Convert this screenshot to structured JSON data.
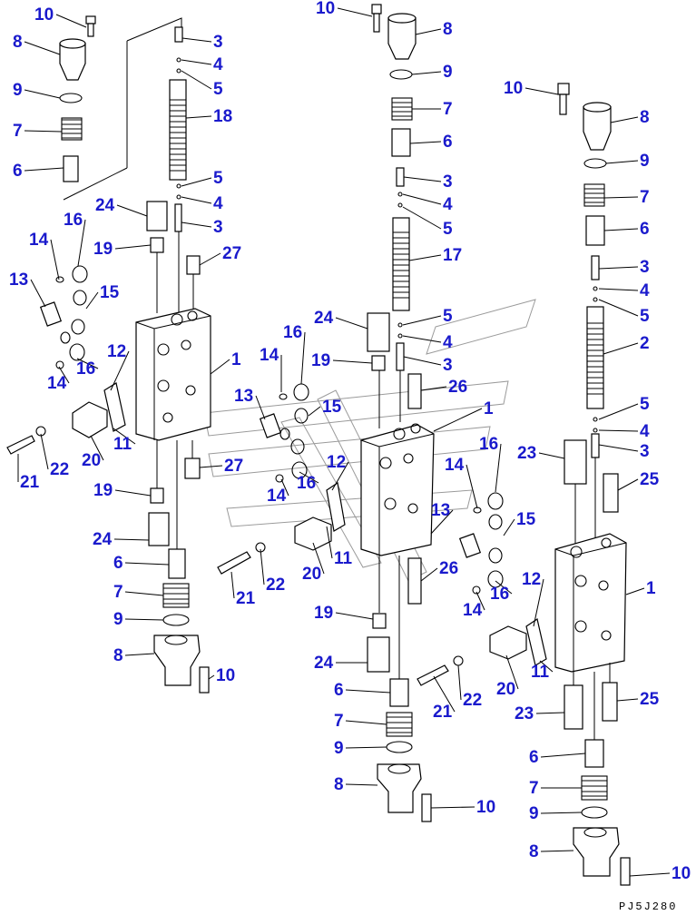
{
  "drawing_code": "PJ5J280",
  "callouts": [
    {
      "n": "10"
    },
    {
      "n": "8"
    },
    {
      "n": "9"
    },
    {
      "n": "7"
    },
    {
      "n": "6"
    },
    {
      "n": "3"
    },
    {
      "n": "4"
    },
    {
      "n": "5"
    },
    {
      "n": "18"
    },
    {
      "n": "5"
    },
    {
      "n": "4"
    },
    {
      "n": "3"
    },
    {
      "n": "24"
    },
    {
      "n": "16"
    },
    {
      "n": "14"
    },
    {
      "n": "19"
    },
    {
      "n": "27"
    },
    {
      "n": "13"
    },
    {
      "n": "15"
    },
    {
      "n": "12"
    },
    {
      "n": "1"
    },
    {
      "n": "16"
    },
    {
      "n": "14"
    },
    {
      "n": "11"
    },
    {
      "n": "20"
    },
    {
      "n": "22"
    },
    {
      "n": "21"
    },
    {
      "n": "27"
    },
    {
      "n": "19"
    },
    {
      "n": "24"
    },
    {
      "n": "6"
    },
    {
      "n": "7"
    },
    {
      "n": "9"
    },
    {
      "n": "8"
    },
    {
      "n": "10"
    },
    {
      "n": "10"
    },
    {
      "n": "8"
    },
    {
      "n": "9"
    },
    {
      "n": "7"
    },
    {
      "n": "6"
    },
    {
      "n": "3"
    },
    {
      "n": "4"
    },
    {
      "n": "5"
    },
    {
      "n": "17"
    },
    {
      "n": "24"
    },
    {
      "n": "5"
    },
    {
      "n": "4"
    },
    {
      "n": "19"
    },
    {
      "n": "3"
    },
    {
      "n": "16"
    },
    {
      "n": "14"
    },
    {
      "n": "26"
    },
    {
      "n": "13"
    },
    {
      "n": "15"
    },
    {
      "n": "1"
    },
    {
      "n": "12"
    },
    {
      "n": "16"
    },
    {
      "n": "14"
    },
    {
      "n": "16"
    },
    {
      "n": "14"
    },
    {
      "n": "13"
    },
    {
      "n": "15"
    },
    {
      "n": "11"
    },
    {
      "n": "20"
    },
    {
      "n": "22"
    },
    {
      "n": "21"
    },
    {
      "n": "26"
    },
    {
      "n": "16"
    },
    {
      "n": "14"
    },
    {
      "n": "19"
    },
    {
      "n": "24"
    },
    {
      "n": "6"
    },
    {
      "n": "7"
    },
    {
      "n": "9"
    },
    {
      "n": "8"
    },
    {
      "n": "10"
    },
    {
      "n": "10"
    },
    {
      "n": "8"
    },
    {
      "n": "9"
    },
    {
      "n": "7"
    },
    {
      "n": "6"
    },
    {
      "n": "3"
    },
    {
      "n": "4"
    },
    {
      "n": "5"
    },
    {
      "n": "2"
    },
    {
      "n": "5"
    },
    {
      "n": "4"
    },
    {
      "n": "3"
    },
    {
      "n": "23"
    },
    {
      "n": "25"
    },
    {
      "n": "1"
    },
    {
      "n": "12"
    },
    {
      "n": "11"
    },
    {
      "n": "20"
    },
    {
      "n": "22"
    },
    {
      "n": "21"
    },
    {
      "n": "23"
    },
    {
      "n": "25"
    },
    {
      "n": "6"
    },
    {
      "n": "7"
    },
    {
      "n": "9"
    },
    {
      "n": "8"
    },
    {
      "n": "10"
    }
  ]
}
